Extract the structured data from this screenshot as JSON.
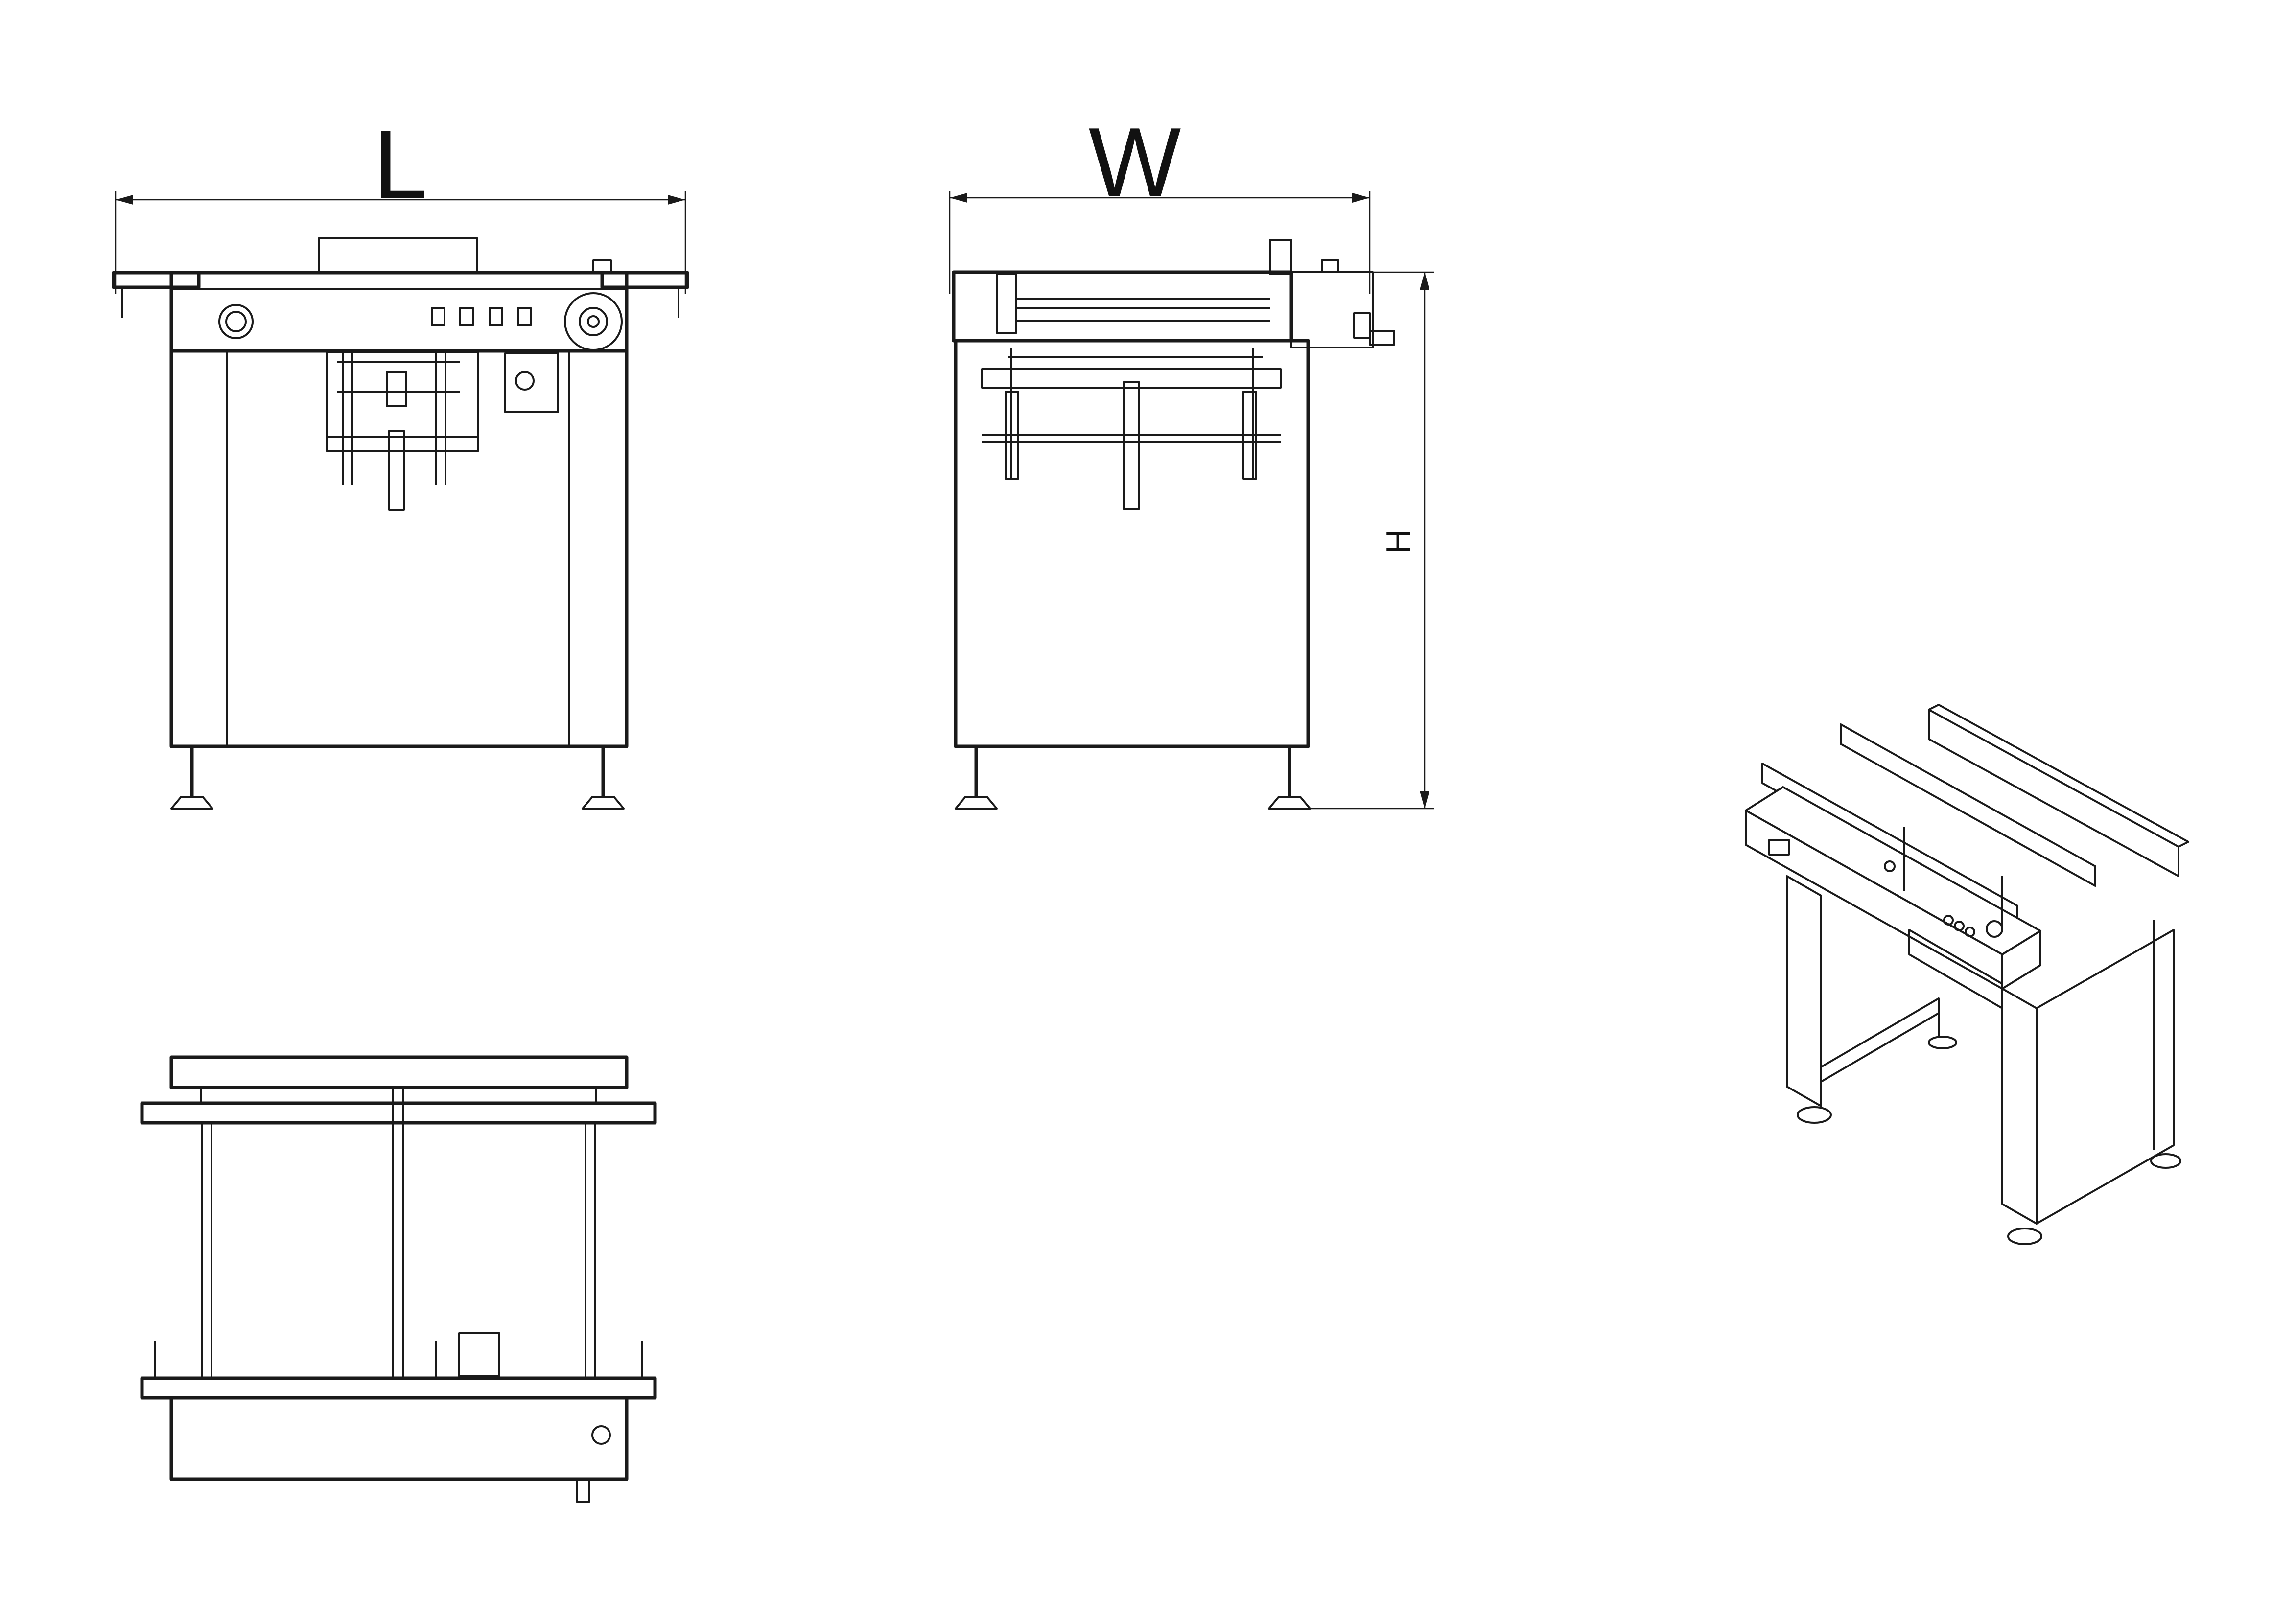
{
  "dimensions": {
    "length_label": "L",
    "width_label": "W",
    "height_label": "H"
  },
  "colors": {
    "line": "#1a1a1a",
    "background": "#ffffff"
  }
}
